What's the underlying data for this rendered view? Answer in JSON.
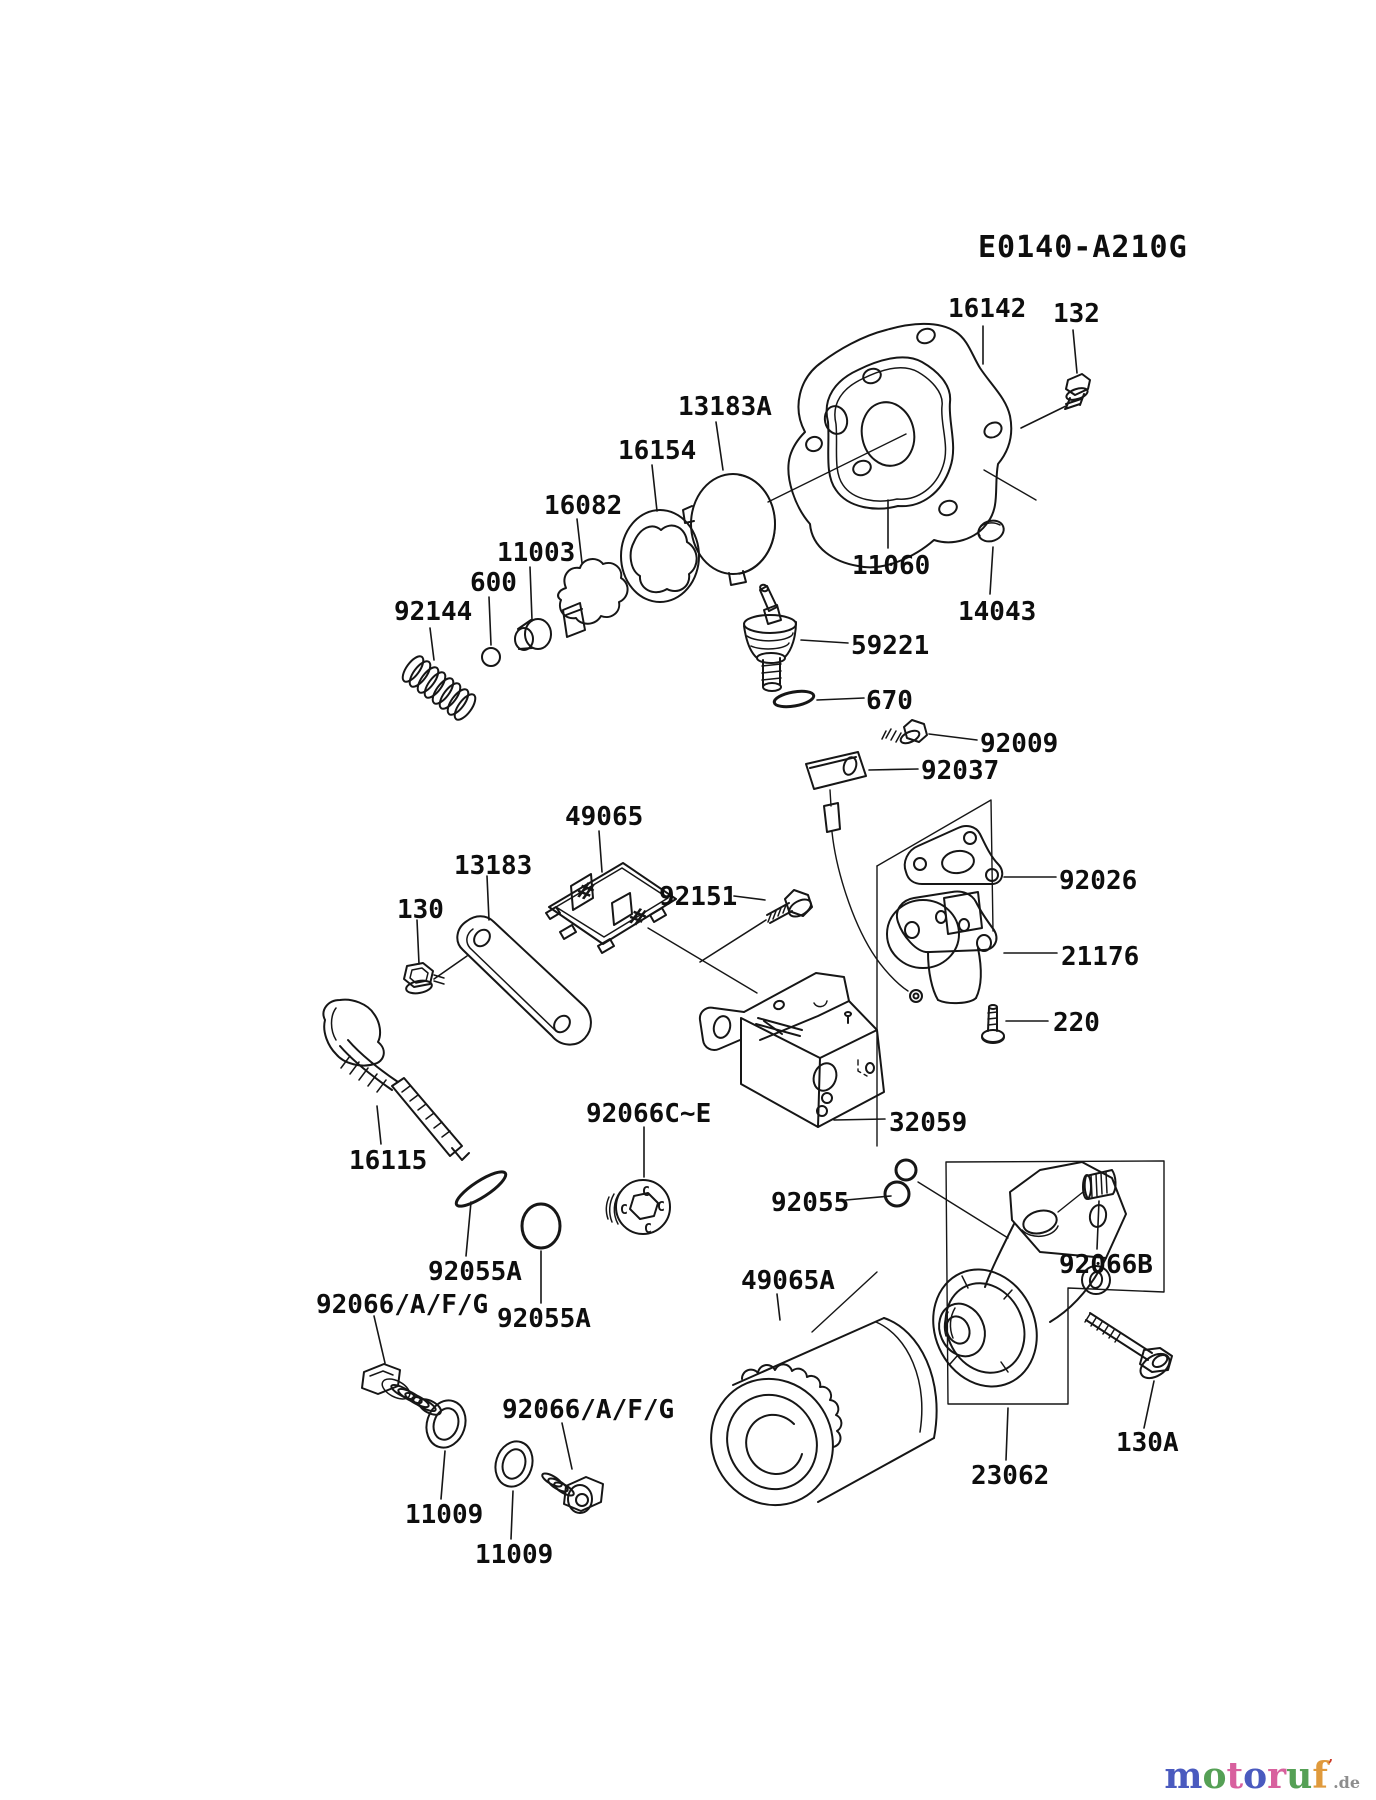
{
  "diagram": {
    "code": "E0140-A210G",
    "plug_mark": "C",
    "screen_mark": "#",
    "parts": [
      {
        "label": "16142"
      },
      {
        "label": "132"
      },
      {
        "label": "13183A"
      },
      {
        "label": "16154"
      },
      {
        "label": "16082"
      },
      {
        "label": "11003"
      },
      {
        "label": "600"
      },
      {
        "label": "92144"
      },
      {
        "label": "11060"
      },
      {
        "label": "14043"
      },
      {
        "label": "59221"
      },
      {
        "label": "670"
      },
      {
        "label": "92009"
      },
      {
        "label": "92037"
      },
      {
        "label": "49065"
      },
      {
        "label": "13183"
      },
      {
        "label": "130"
      },
      {
        "label": "92151"
      },
      {
        "label": "92026"
      },
      {
        "label": "21176"
      },
      {
        "label": "220"
      },
      {
        "label": "32059"
      },
      {
        "label": "92066C~E"
      },
      {
        "label": "16115"
      },
      {
        "label": "92055"
      },
      {
        "label": "92055A"
      },
      {
        "label": "92066/A/F/G"
      },
      {
        "label": "92055A"
      },
      {
        "label": "49065A"
      },
      {
        "label": "92066B"
      },
      {
        "label": "92066/A/F/G"
      },
      {
        "label": "11009"
      },
      {
        "label": "11009"
      },
      {
        "label": "23062"
      },
      {
        "label": "130A"
      }
    ]
  },
  "watermark": {
    "letters": [
      {
        "char": "m",
        "color": "#4a5abf"
      },
      {
        "char": "o",
        "color": "#55a055"
      },
      {
        "char": "t",
        "color": "#d8609e"
      },
      {
        "char": "o",
        "color": "#4a5abf"
      },
      {
        "char": "r",
        "color": "#d8609e"
      },
      {
        "char": "u",
        "color": "#55a055"
      },
      {
        "char": "f",
        "color": "#e09a3c"
      }
    ],
    "mark": "’",
    "mark_color": "#cc3a28",
    "suffix": ".de",
    "suffix_color": "#8d8d8d"
  }
}
